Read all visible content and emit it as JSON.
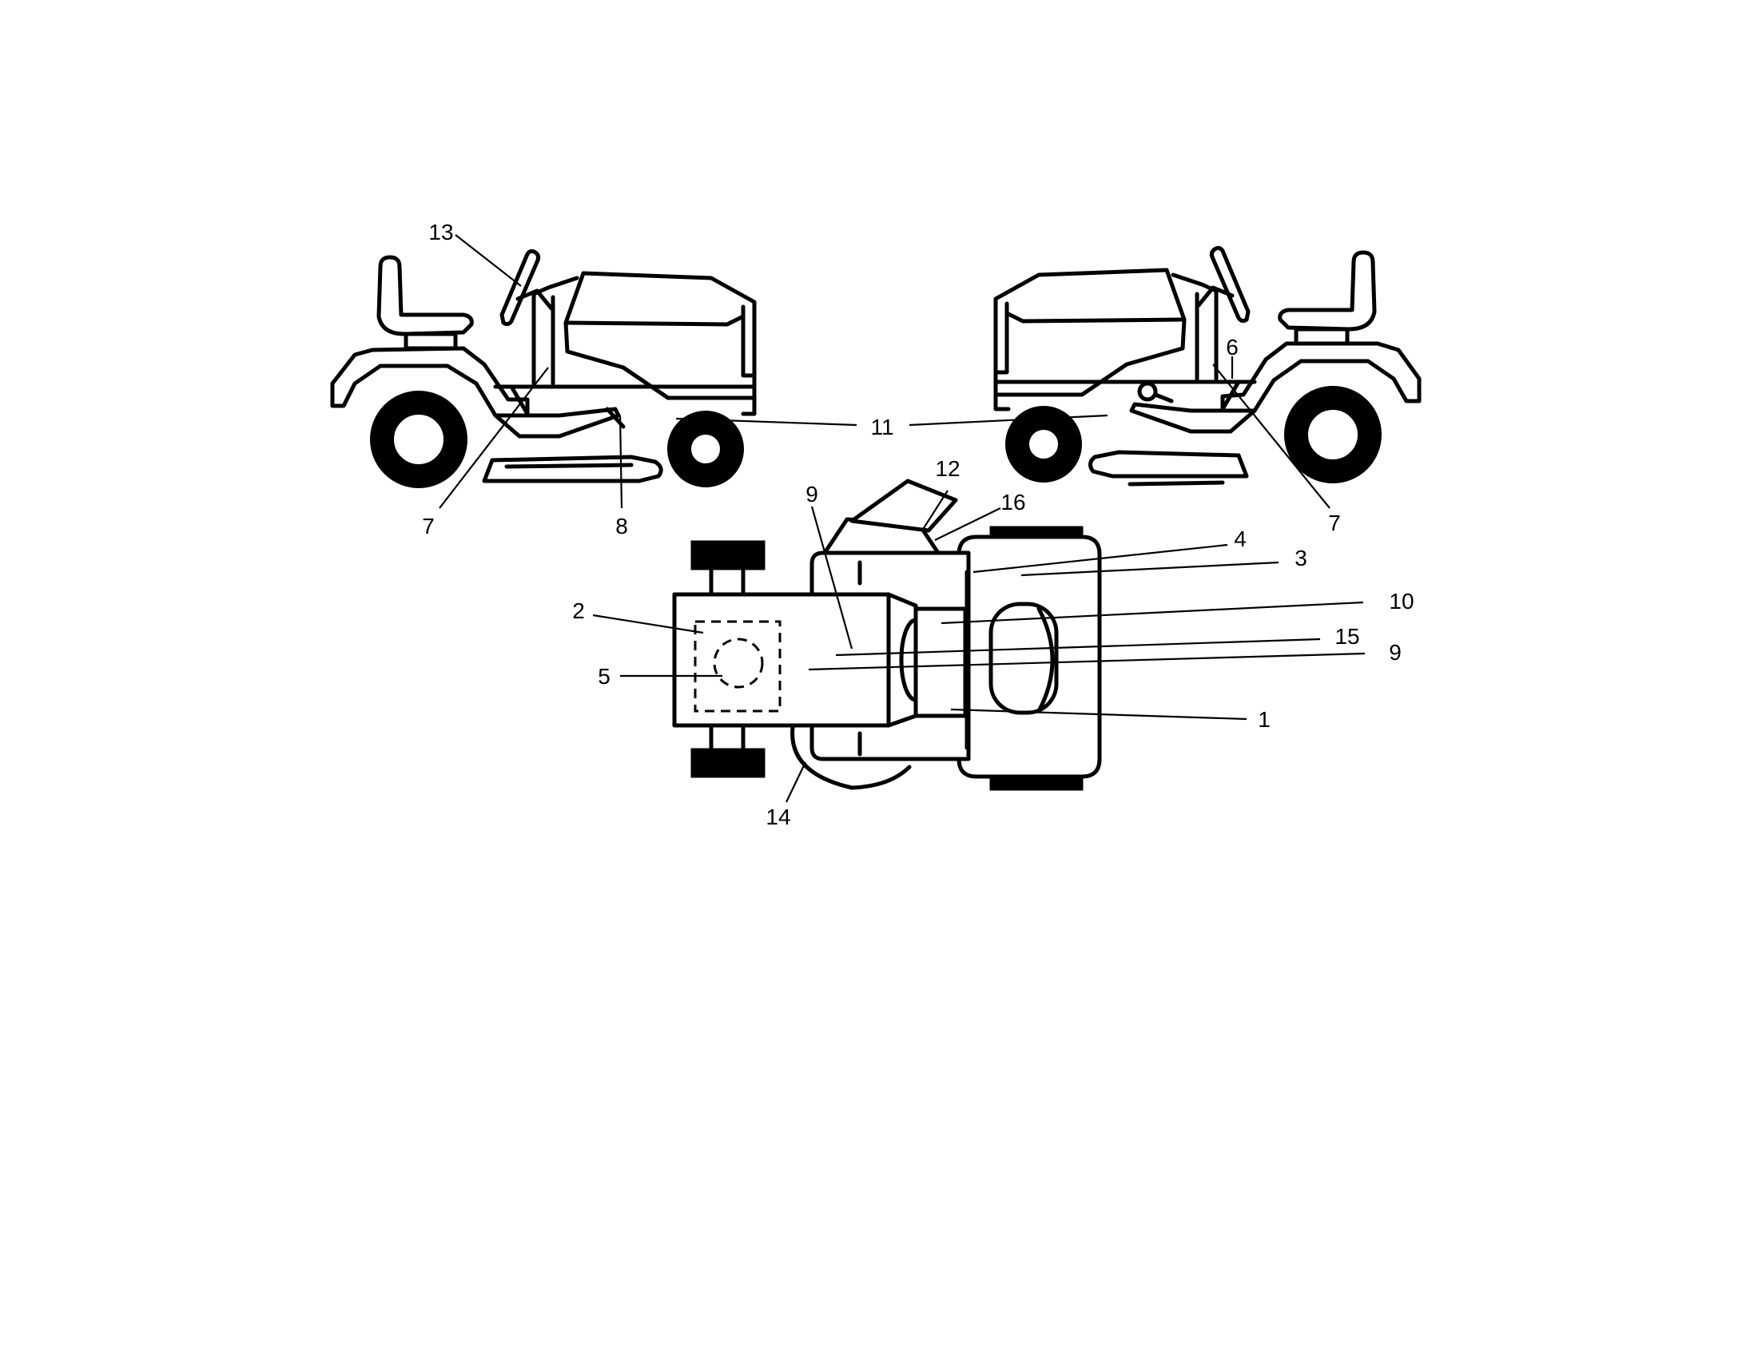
{
  "callouts": [
    {
      "id": "c13",
      "label": "13"
    },
    {
      "id": "c11",
      "label": "11"
    },
    {
      "id": "c6",
      "label": "6"
    },
    {
      "id": "c7a",
      "label": "7"
    },
    {
      "id": "c8",
      "label": "8"
    },
    {
      "id": "c7b",
      "label": "7"
    },
    {
      "id": "c12",
      "label": "12"
    },
    {
      "id": "c16",
      "label": "16"
    },
    {
      "id": "c9a",
      "label": "9"
    },
    {
      "id": "c4",
      "label": "4"
    },
    {
      "id": "c3",
      "label": "3"
    },
    {
      "id": "c10",
      "label": "10"
    },
    {
      "id": "c2",
      "label": "2"
    },
    {
      "id": "c15",
      "label": "15"
    },
    {
      "id": "c9b",
      "label": "9"
    },
    {
      "id": "c5",
      "label": "5"
    },
    {
      "id": "c1",
      "label": "1"
    },
    {
      "id": "c14",
      "label": "14"
    }
  ]
}
